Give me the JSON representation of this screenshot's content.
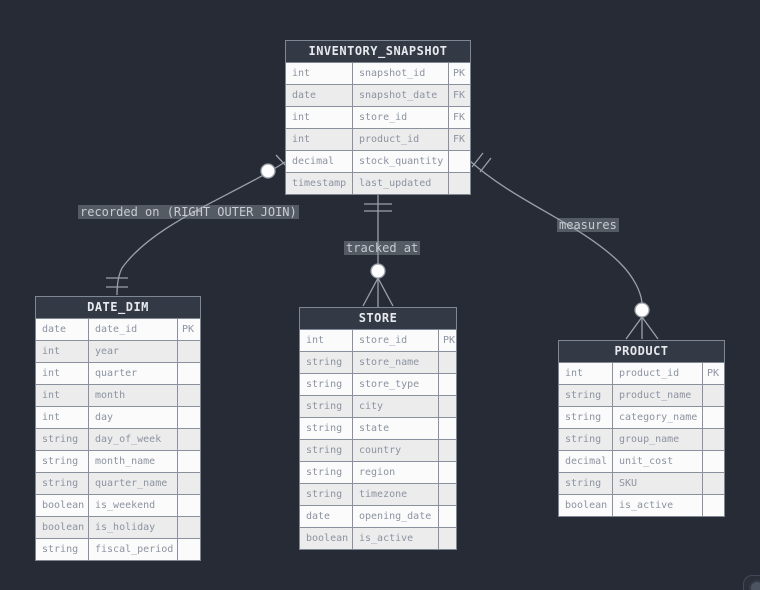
{
  "entities": [
    {
      "name": "INVENTORY_SNAPSHOT",
      "rows": [
        [
          "int",
          "snapshot_id",
          "PK"
        ],
        [
          "date",
          "snapshot_date",
          "FK"
        ],
        [
          "int",
          "store_id",
          "FK"
        ],
        [
          "int",
          "product_id",
          "FK"
        ],
        [
          "decimal",
          "stock_quantity",
          ""
        ],
        [
          "timestamp",
          "last_updated",
          ""
        ]
      ]
    },
    {
      "name": "DATE_DIM",
      "rows": [
        [
          "date",
          "date_id",
          "PK"
        ],
        [
          "int",
          "year",
          ""
        ],
        [
          "int",
          "quarter",
          ""
        ],
        [
          "int",
          "month",
          ""
        ],
        [
          "int",
          "day",
          ""
        ],
        [
          "string",
          "day_of_week",
          ""
        ],
        [
          "string",
          "month_name",
          ""
        ],
        [
          "string",
          "quarter_name",
          ""
        ],
        [
          "boolean",
          "is_weekend",
          ""
        ],
        [
          "boolean",
          "is_holiday",
          ""
        ],
        [
          "string",
          "fiscal_period",
          ""
        ]
      ]
    },
    {
      "name": "STORE",
      "rows": [
        [
          "int",
          "store_id",
          "PK"
        ],
        [
          "string",
          "store_name",
          ""
        ],
        [
          "string",
          "store_type",
          ""
        ],
        [
          "string",
          "city",
          ""
        ],
        [
          "string",
          "state",
          ""
        ],
        [
          "string",
          "country",
          ""
        ],
        [
          "string",
          "region",
          ""
        ],
        [
          "string",
          "timezone",
          ""
        ],
        [
          "date",
          "opening_date",
          ""
        ],
        [
          "boolean",
          "is_active",
          ""
        ]
      ]
    },
    {
      "name": "PRODUCT",
      "rows": [
        [
          "int",
          "product_id",
          "PK"
        ],
        [
          "string",
          "product_name",
          ""
        ],
        [
          "string",
          "category_name",
          ""
        ],
        [
          "string",
          "group_name",
          ""
        ],
        [
          "decimal",
          "unit_cost",
          ""
        ],
        [
          "string",
          "SKU",
          ""
        ],
        [
          "boolean",
          "is_active",
          ""
        ]
      ]
    }
  ],
  "relationships": [
    {
      "label": "recorded on (RIGHT OUTER JOIN)",
      "from": "INVENTORY_SNAPSHOT",
      "to": "DATE_DIM",
      "from_cardinality": "zero-or-one",
      "to_cardinality": "exactly-one"
    },
    {
      "label": "tracked at",
      "from": "INVENTORY_SNAPSHOT",
      "to": "STORE",
      "from_cardinality": "exactly-one",
      "to_cardinality": "zero-or-many"
    },
    {
      "label": "measures",
      "from": "INVENTORY_SNAPSHOT",
      "to": "PRODUCT",
      "from_cardinality": "exactly-one",
      "to_cardinality": "zero-or-many"
    }
  ],
  "colors": {
    "canvas_bg": "#272b35",
    "entity_header_bg": "#333945",
    "entity_header_text": "#e7e9ec",
    "row_odd_bg": "#fbfbfb",
    "row_even_bg": "#ececec",
    "row_text": "#8c93a1",
    "border": "#7f8694",
    "relationship_line": "#9aa0aa",
    "label_bg": "#596069",
    "label_text": "#c9ccd2"
  }
}
